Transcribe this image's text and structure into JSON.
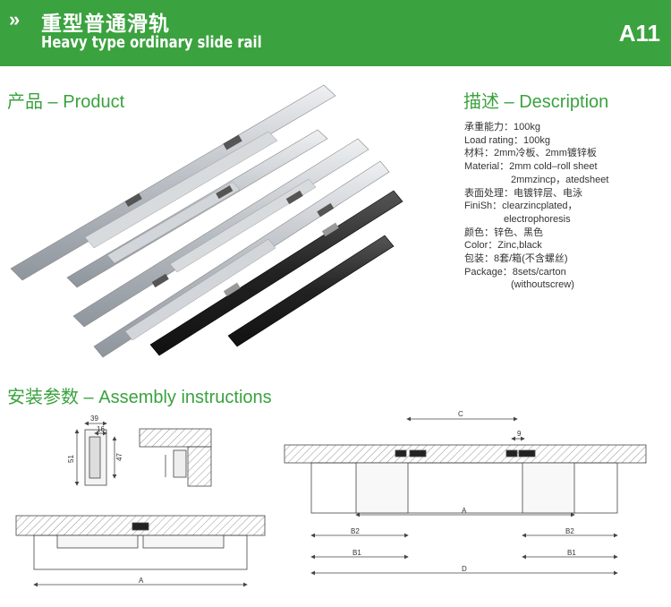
{
  "header": {
    "chevrons": "»",
    "title_cn": "重型普通滑轨",
    "title_en": "Heavy type ordinary slide rail",
    "code": "A11"
  },
  "sections": {
    "product": "产品 – Product",
    "description": "描述 – Description",
    "assembly": "安装参数 – Assembly instructions"
  },
  "description": [
    "承重能力：100kg",
    "Load rating：100kg",
    "材料：2mm冷板、2mm镀锌板",
    "Material：2mm cold–roll sheet",
    "2mmzincp，atedsheet",
    "表面处理：电镀锌层、电泳",
    "FiniSh：clearzincplated，",
    "electrophoresis",
    "颜色：锌色、黑色",
    "Color：Zinc,black",
    "包装：8套/箱(不含螺丝)",
    "Package：8sets/carton",
    "(withoutscrew)"
  ],
  "dimensions": {
    "d39": "39",
    "d16": "16",
    "d51": "51",
    "d47": "47",
    "C": "C",
    "d9": "9",
    "A": "A",
    "B2": "B2",
    "B1": "B1",
    "D": "D"
  },
  "colors": {
    "brand_green": "#3aa23e",
    "rail_silver": "#c9cdd2",
    "rail_black": "#2a2a2a"
  }
}
